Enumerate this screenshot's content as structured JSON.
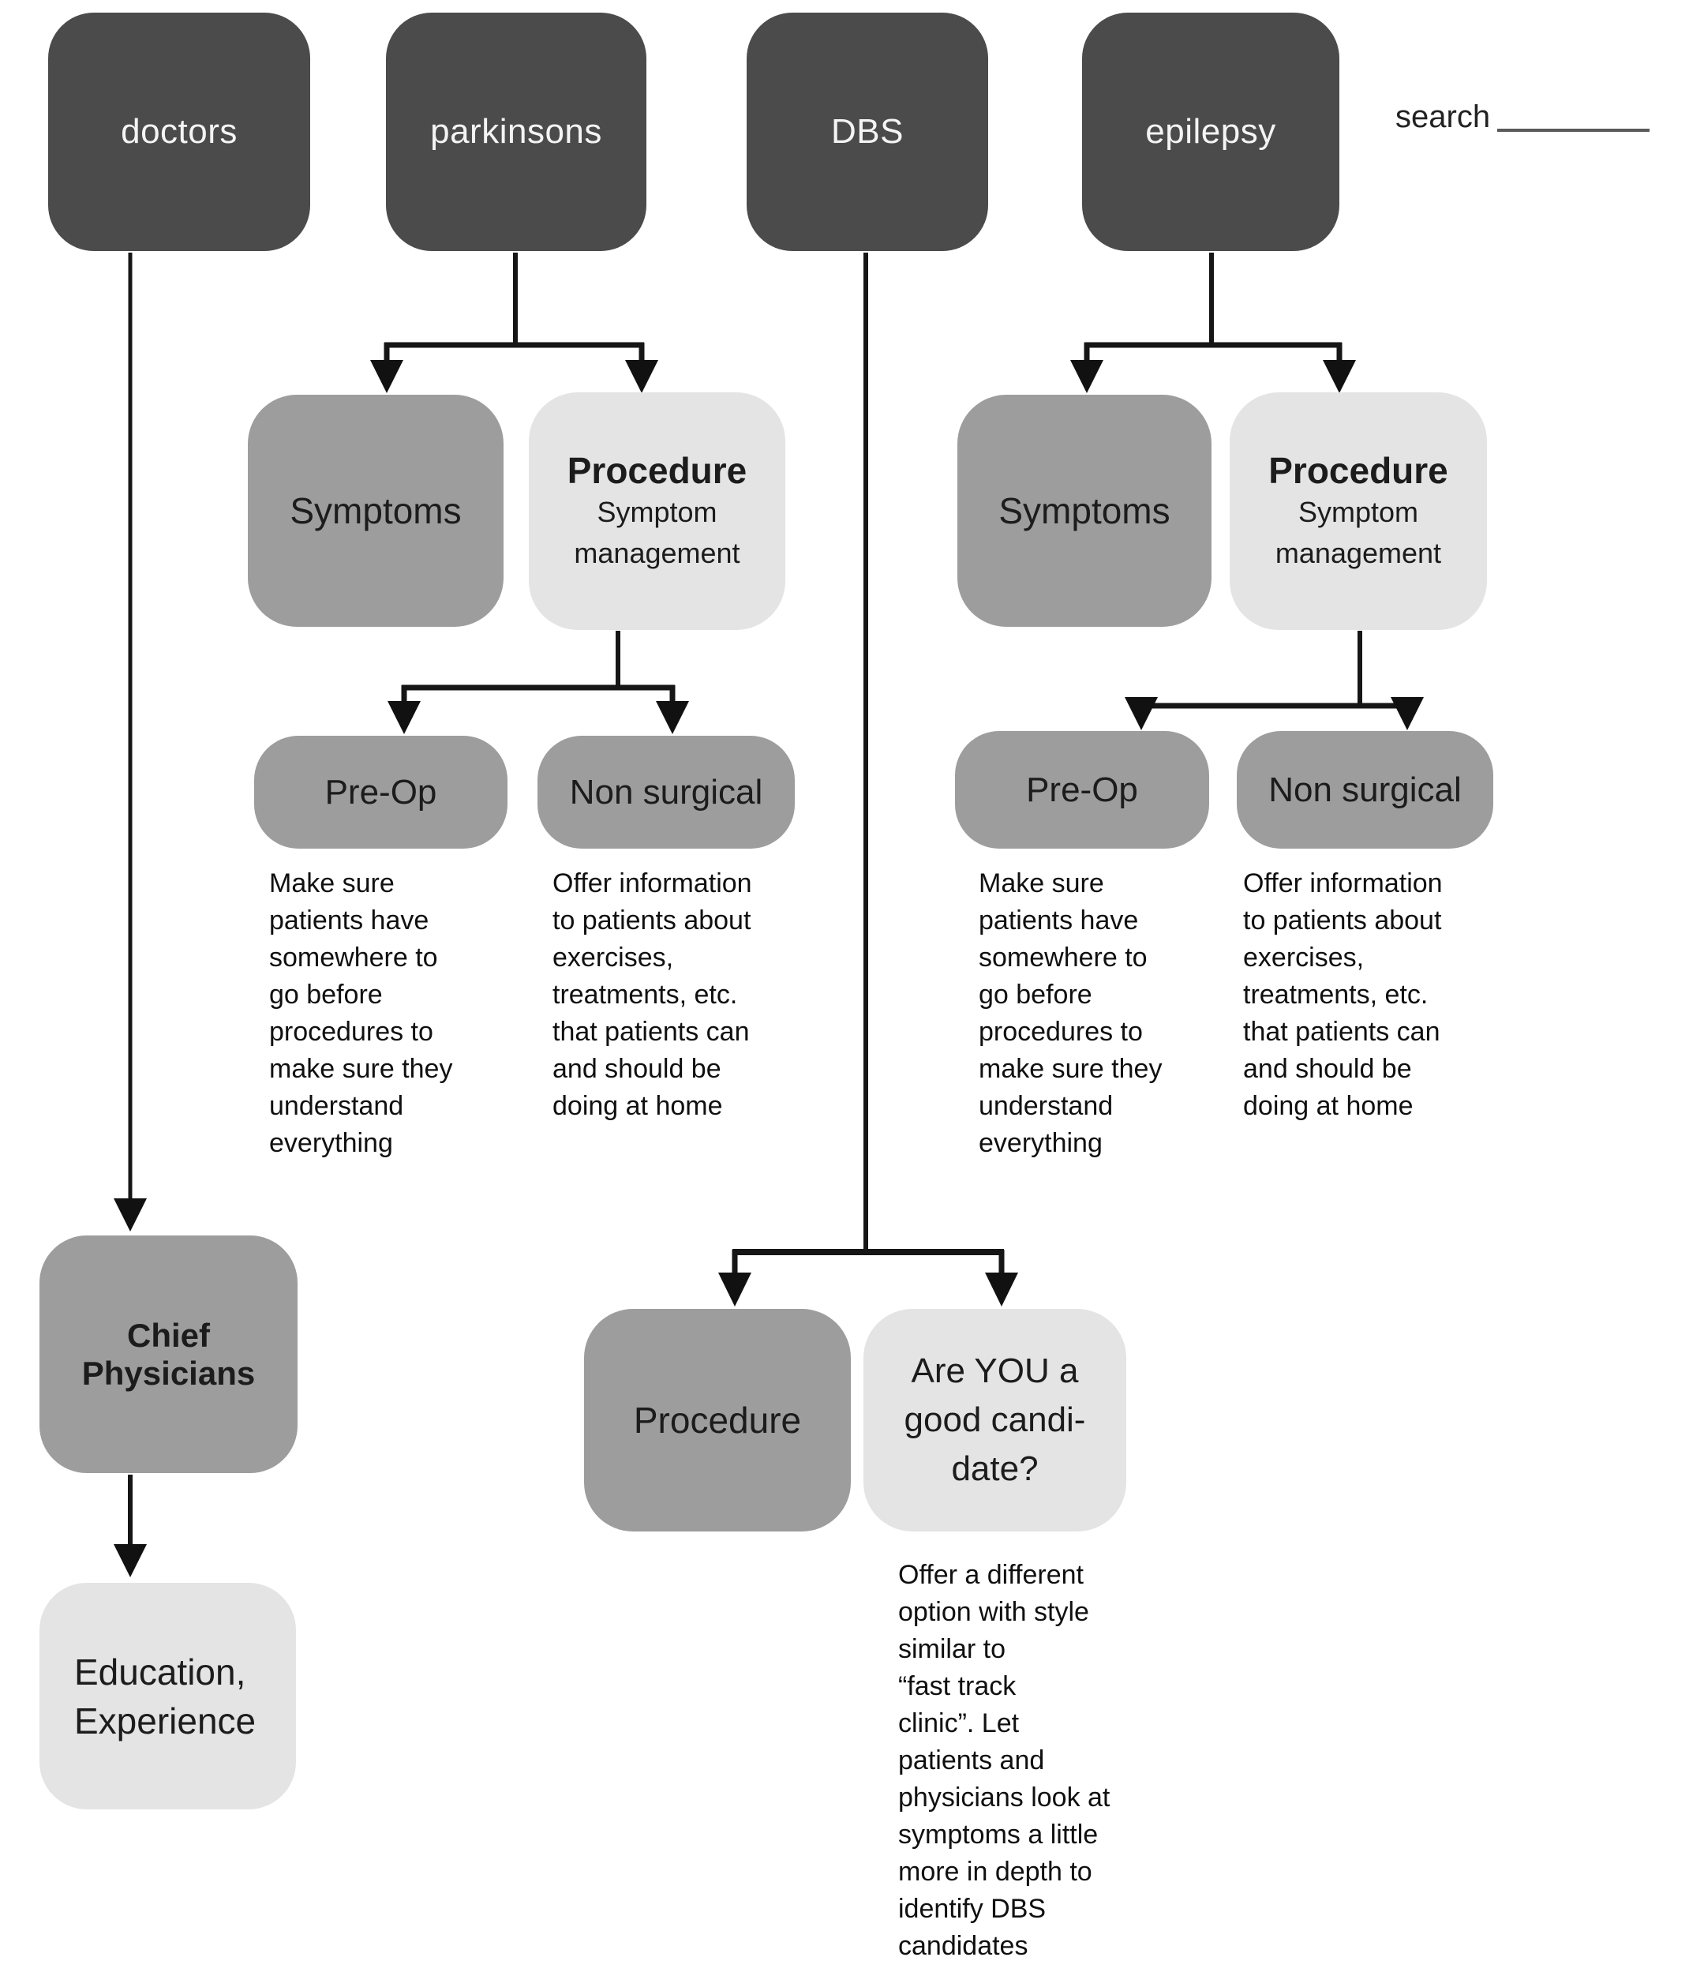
{
  "colors": {
    "dark_box": "#4b4b4b",
    "medium_box": "#9d9d9d",
    "light_box": "#e4e4e4",
    "line": "#161616",
    "dark_text": "#1c1c1c",
    "light_text": "#f4f4f4"
  },
  "top_nav": {
    "doctors": "doctors",
    "parkinsons": "parkinsons",
    "dbs": "DBS",
    "epilepsy": "epilepsy",
    "search_label": "search"
  },
  "doctors_branch": {
    "chief_physicians": "Chief Physicians",
    "education": "Education,\nExperience"
  },
  "parkinsons_branch": {
    "symptoms": "Symptoms",
    "procedure_title": "Procedure",
    "procedure_subtitle": "Symptom\nmanagement",
    "pre_op": "Pre-Op",
    "non_surgical": "Non surgical",
    "pre_op_note": "Make sure\npatients have\nsomewhere to\ngo before\nprocedures to\nmake sure they\nunderstand\neverything",
    "non_surgical_note": "Offer information\nto patients about\nexercises,\ntreatments, etc.\nthat patients can\nand should be\ndoing at home"
  },
  "epilepsy_branch": {
    "symptoms": "Symptoms",
    "procedure_title": "Procedure",
    "procedure_subtitle": "Symptom\nmanagement",
    "pre_op": "Pre-Op",
    "non_surgical": "Non surgical",
    "pre_op_note": "Make sure\npatients have\nsomewhere to\ngo before\nprocedures to\nmake sure they\nunderstand\neverything",
    "non_surgical_note": "Offer information\nto patients about\nexercises,\ntreatments, etc.\nthat patients can\nand should be\ndoing at home"
  },
  "dbs_branch": {
    "procedure": "Procedure",
    "candidate": "Are YOU a\ngood candi-\ndate?",
    "candidate_note": "Offer a different\noption with style\nsimilar to\n“fast track\nclinic”. Let\npatients and\nphysicians look at\nsymptoms a little\nmore in depth to\nidentify DBS\ncandidates"
  }
}
